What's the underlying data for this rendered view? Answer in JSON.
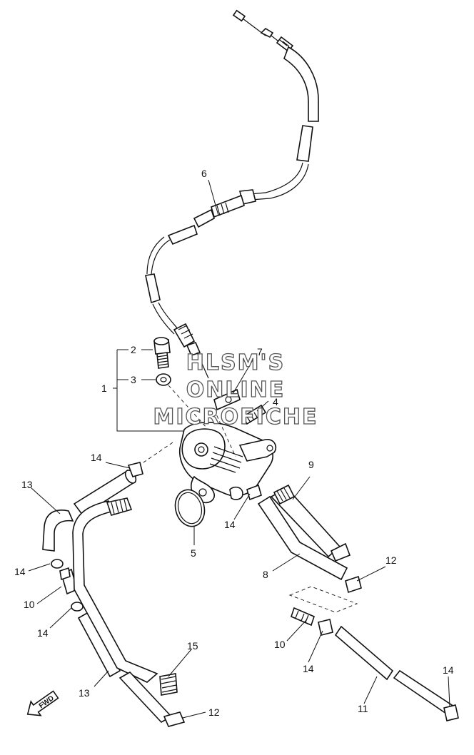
{
  "watermark": {
    "line1": "HLSM'S",
    "line2": "ONLINE",
    "line3": "MICROFICHE"
  },
  "direction_label": "FWD",
  "callouts": [
    "1",
    "2",
    "3",
    "4",
    "5",
    "6",
    "7",
    "8",
    "9",
    "10",
    "11",
    "12",
    "13",
    "14",
    "15"
  ]
}
